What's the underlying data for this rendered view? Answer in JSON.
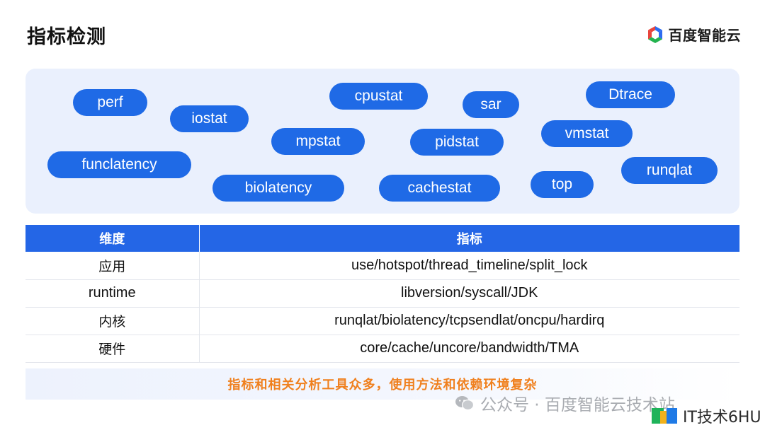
{
  "page": {
    "title": "指标检测"
  },
  "logo": {
    "text": "百度智能云"
  },
  "tools": [
    {
      "label": "perf"
    },
    {
      "label": "iostat"
    },
    {
      "label": "funclatency"
    },
    {
      "label": "cpustat"
    },
    {
      "label": "mpstat"
    },
    {
      "label": "biolatency"
    },
    {
      "label": "sar"
    },
    {
      "label": "pidstat"
    },
    {
      "label": "cachestat"
    },
    {
      "label": "Dtrace"
    },
    {
      "label": "vmstat"
    },
    {
      "label": "top"
    },
    {
      "label": "runqlat"
    }
  ],
  "table": {
    "headers": [
      "维度",
      "指标"
    ],
    "rows": [
      [
        "应用",
        "use/hotspot/thread_timeline/split_lock"
      ],
      [
        "runtime",
        "libversion/syscall/JDK"
      ],
      [
        "内核",
        "runqlat/biolatency/tcpsendlat/oncpu/hardirq"
      ],
      [
        "硬件",
        "core/cache/uncore/bandwidth/TMA"
      ]
    ]
  },
  "note": {
    "text": "指标和相关分析工具众多，使用方法和依赖环境复杂"
  },
  "watermark": {
    "text": "公众号 · 百度智能云技术站"
  },
  "badge": {
    "text": "IT技术6HU"
  },
  "colors": {
    "accent": "#1f6ae6",
    "header": "#2466e6",
    "note": "#f0801e",
    "panel": "#eaf0fd"
  }
}
